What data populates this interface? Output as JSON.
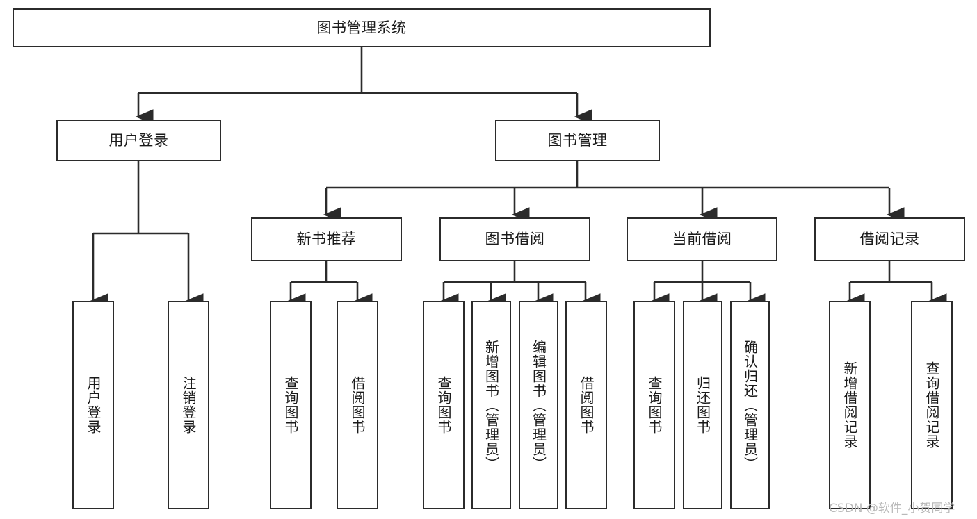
{
  "diagram": {
    "type": "tree-hierarchy-diagram",
    "title": "图书管理系统",
    "watermark": "CSDN @软件_小贺同学",
    "colors": {
      "stroke": "#2b2b2b",
      "fill": "#ffffff",
      "text": "#1a1a1a",
      "watermark": "#b9b9b9"
    },
    "nodes": {
      "root": {
        "label": "图书管理系统"
      },
      "level1": [
        {
          "id": "user-login",
          "label": "用户登录"
        },
        {
          "id": "book-manage",
          "label": "图书管理"
        }
      ],
      "level2": [
        {
          "id": "new-book-rec",
          "label": "新书推荐"
        },
        {
          "id": "book-borrow",
          "label": "图书借阅"
        },
        {
          "id": "current-borrow",
          "label": "当前借阅"
        },
        {
          "id": "borrow-record",
          "label": "借阅记录"
        }
      ],
      "leaves": {
        "user-login": [
          {
            "id": "leaf-user-login",
            "label": "用户登录"
          },
          {
            "id": "leaf-user-logout",
            "label": "注销登录"
          }
        ],
        "new-book-rec": [
          {
            "id": "leaf-query-book-1",
            "label": "查询图书"
          },
          {
            "id": "leaf-borrow-book-1",
            "label": "借阅图书"
          }
        ],
        "book-borrow": [
          {
            "id": "leaf-query-book-2",
            "label": "查询图书"
          },
          {
            "id": "leaf-add-book",
            "label": "新增图书（管理员）"
          },
          {
            "id": "leaf-edit-book",
            "label": "编辑图书（管理员）"
          },
          {
            "id": "leaf-borrow-book-2",
            "label": "借阅图书"
          }
        ],
        "current-borrow": [
          {
            "id": "leaf-query-book-3",
            "label": "查询图书"
          },
          {
            "id": "leaf-return-book",
            "label": "归还图书"
          },
          {
            "id": "leaf-confirm-return",
            "label": "确认归还（管理员）"
          }
        ],
        "borrow-record": [
          {
            "id": "leaf-add-record",
            "label": "新增借阅记录"
          },
          {
            "id": "leaf-query-record",
            "label": "查询借阅记录"
          }
        ]
      }
    }
  }
}
